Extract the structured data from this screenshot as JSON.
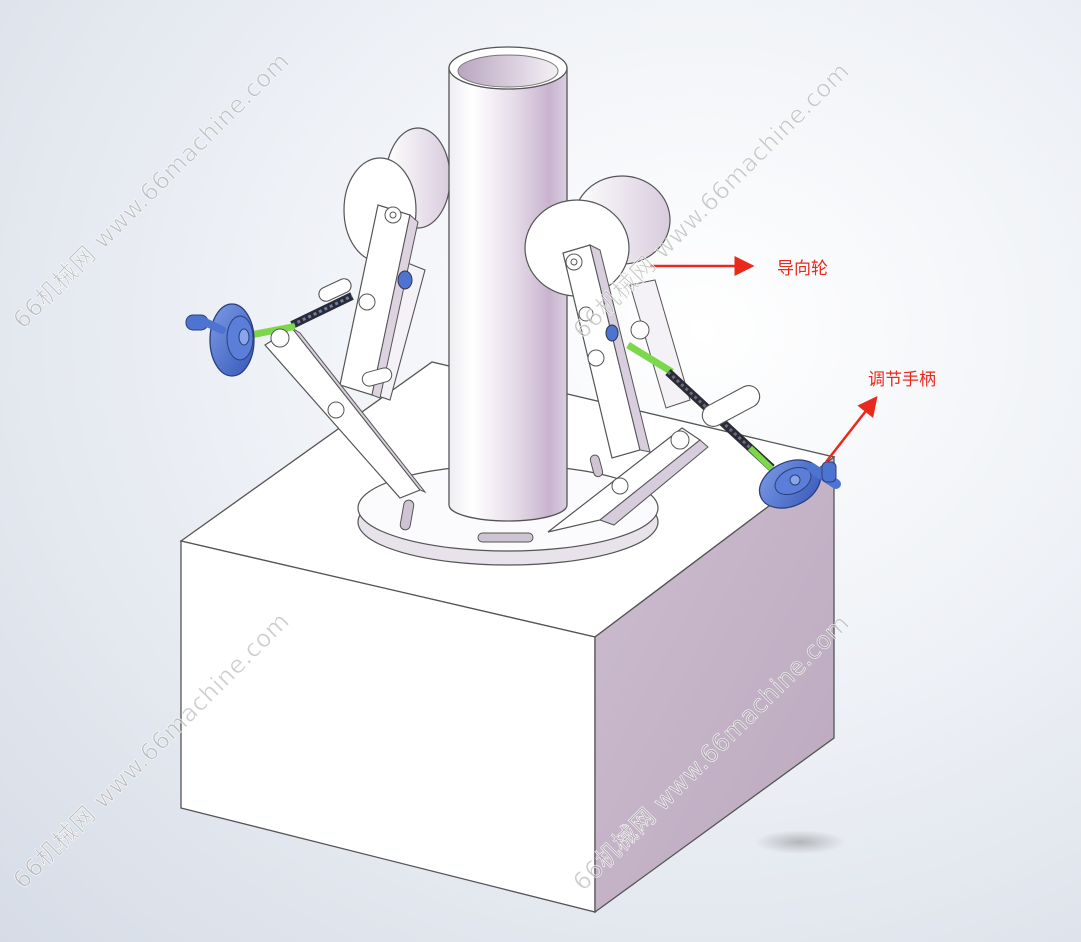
{
  "annotations": {
    "guide_wheel": "导向轮",
    "adjust_handle": "调节手柄"
  },
  "watermark": {
    "text": "66机械网 www.66machine.com"
  },
  "colors": {
    "label_red": "#e8291c",
    "box_front": "#ffffff",
    "box_side": "#c8b7c9",
    "handle_blue": "#4e74d2",
    "rod_green": "#7cd84a",
    "screw_dark": "#2b2b35"
  }
}
